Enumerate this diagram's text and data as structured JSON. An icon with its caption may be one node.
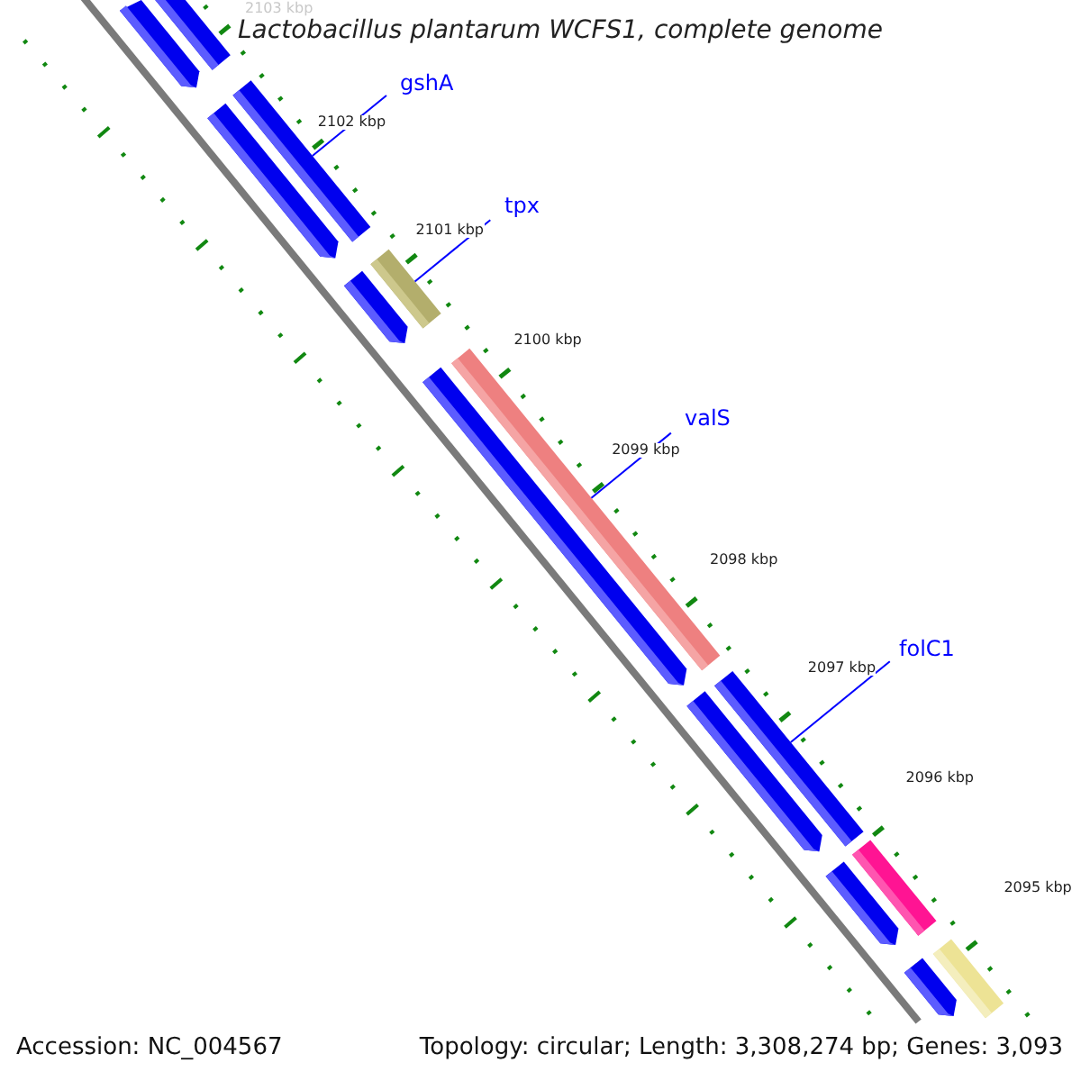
{
  "diagram": {
    "title": "Lactobacillus plantarum WCFS1, complete genome",
    "nodes": [
      {
        "text": [],
        "shape": "bar"
      },
      {
        "text": [],
        "shape": "bar"
      },
      {
        "text": [
          "gshA"
        ]
      },
      {
        "text": [],
        "shape": "bar"
      },
      {
        "text": [],
        "shape": "bar"
      },
      {
        "text": [
          "tpx"
        ]
      },
      {
        "text": [],
        "shape": "bar"
      },
      {
        "text": [],
        "shape": "bar"
      },
      {
        "text": [
          "valS"
        ]
      },
      {
        "text": [],
        "shape": "bar"
      },
      {
        "text": [],
        "shape": "bar"
      },
      {
        "text": [
          "folC1"
        ]
      },
      {
        "text": [],
        "shape": "bar"
      },
      {
        "text": [],
        "shape": "bar"
      },
      {
        "text": [],
        "shape": "bar"
      },
      {
        "text": [],
        "shape": "bar"
      },
      {
        "text": [],
        "shape": "bar"
      },
      {
        "text": [],
        "shape": "bar"
      }
    ],
    "edges": [
      {
        "from": 2,
        "to": 3,
        "arrow": "none"
      },
      {
        "from": 5,
        "to": 6,
        "arrow": "none"
      },
      {
        "from": 8,
        "to": 9,
        "arrow": "none"
      },
      {
        "from": 11,
        "to": 12,
        "arrow": "none"
      }
    ],
    "labels": [
      "2103 kbp",
      "2102 kbp",
      "2101 kbp",
      "2100 kbp",
      "2099 kbp",
      "2098 kbp",
      "2097 kbp",
      "2096 kbp",
      "2095 kbp",
      "Accession: NC_004567",
      "Topology: circular; Length: 3,308,274 bp; Genes: 3,093"
    ]
  }
}
